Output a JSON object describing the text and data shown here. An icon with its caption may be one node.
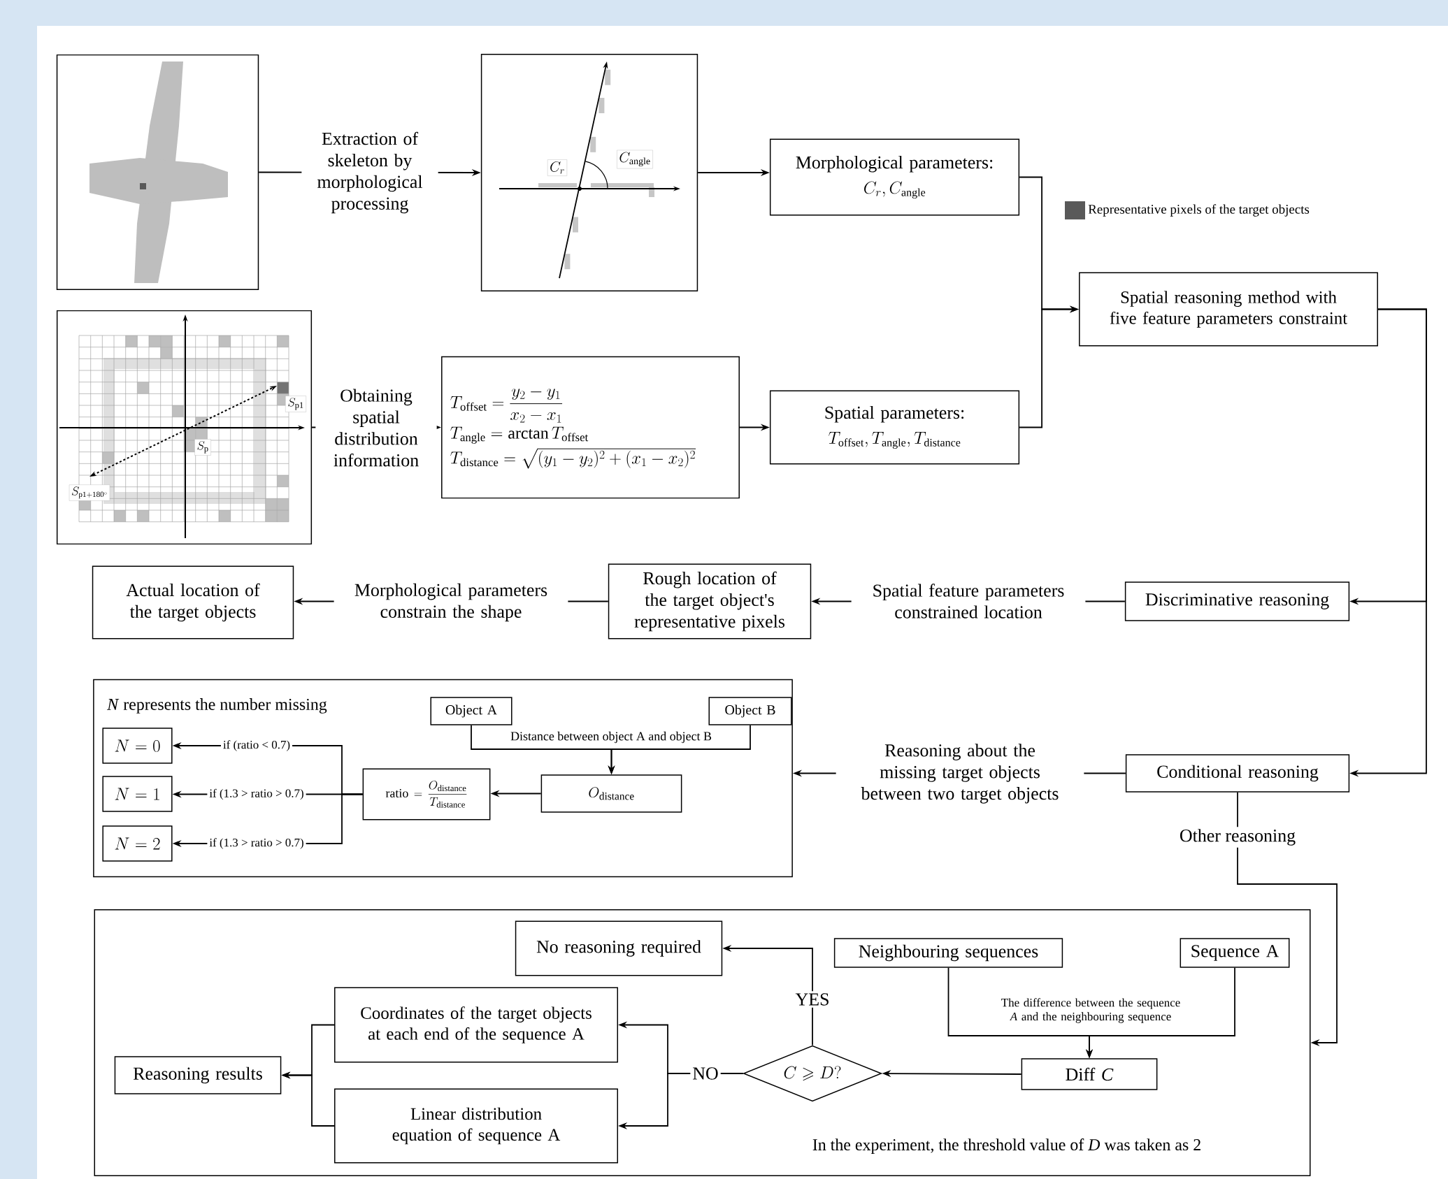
{
  "diagram": {
    "nodes": [
      {
        "text": [],
        "shape": "picture"
      },
      {
        "text": [],
        "shape": "picture"
      },
      {
        "text": [],
        "shape": "picture"
      },
      {
        "text": [
          "Morphological parameters:",
          "C_{r}, C_{\\mathrm{angle}}"
        ]
      },
      {
        "text": [
          "T_{\\mathrm{offset}}=\\dfrac{y_2-y_1}{x_2-x_1}",
          "T_{\\mathrm{angle}}=\\arctan T_{\\mathrm{offset}}",
          "T_{\\mathrm{distance}}=\\sqrt{(y_1-y_2)^2+(x_1-x_2)^2}"
        ]
      },
      {
        "text": [
          "Spatial parameters:",
          "T_{\\mathrm{offset}}, T_{\\mathrm{angle}}, T_{\\mathrm{distance}}"
        ]
      },
      {
        "text": [
          "Spatial reasoning method with five feature parameters constraint"
        ]
      },
      {
        "text": [
          "Discriminative reasoning"
        ]
      },
      {
        "text": [
          "Rough location of the target object's representative pixels"
        ]
      },
      {
        "text": [
          "Actual location of the target objects"
        ]
      },
      {
        "text": [
          "Conditional reasoning"
        ]
      },
      {
        "text": [
          "*N* represents the number missing"
        ]
      },
      {
        "text": [
          "Object A"
        ],
        "in": 11
      },
      {
        "text": [
          "Object B"
        ],
        "in": 11
      },
      {
        "text": [
          "O_{\\mathrm{distance}}"
        ],
        "in": 11
      },
      {
        "text": [
          "\\mathrm{ratio}=\\dfrac{O_{\\mathrm{distance}}}{T_{\\mathrm{distance}}}"
        ],
        "in": 11
      },
      {
        "text": [
          "N=0"
        ],
        "in": 11
      },
      {
        "text": [
          "N=1"
        ],
        "in": 11
      },
      {
        "text": [
          "N=2"
        ],
        "in": 11
      },
      {
        "text": [
          "In the experiment, the threshold value of *D* was taken as 2"
        ]
      },
      {
        "text": [
          "No reasoning required"
        ],
        "in": 19
      },
      {
        "text": [
          "Neighbouring sequences"
        ],
        "in": 19
      },
      {
        "text": [
          "Sequence A"
        ],
        "in": 19
      },
      {
        "text": [
          "Coordinates of the target objects at each end of the sequence A"
        ],
        "in": 19
      },
      {
        "text": [
          "Reasoning results"
        ],
        "in": 19
      },
      {
        "text": [
          "C \\geqslant D?"
        ],
        "in": 19
      },
      {
        "text": [
          "Diff *C*"
        ],
        "in": 19
      },
      {
        "text": [
          "Linear distribution equation of sequence A"
        ],
        "in": 19
      }
    ],
    "edges": [
      {
        "from": 0,
        "to": 1,
        "arrow": "to",
        "label": "Extraction of skeleton by morphological processing"
      },
      {
        "from": 1,
        "to": 3,
        "arrow": "to"
      },
      {
        "from": 2,
        "to": 4,
        "arrow": "to",
        "label": "Obtaining spatial distribution information"
      },
      {
        "from": 4,
        "to": 5,
        "arrow": "to"
      },
      {
        "from": 3,
        "to": 6,
        "arrow": "to"
      },
      {
        "from": 5,
        "to": 6,
        "arrow": "to"
      },
      {
        "from": 6,
        "to": 7,
        "arrow": "to"
      },
      {
        "from": 6,
        "to": 10,
        "arrow": "to"
      },
      {
        "from": 10,
        "to": 19,
        "arrow": "to",
        "label": "Other reasoning"
      },
      {
        "from": 7,
        "to": 8,
        "arrow": "to",
        "label": "Spatial feature parameters constrained location"
      },
      {
        "from": 8,
        "to": 9,
        "arrow": "to",
        "label": "Morphological parameters constrain the shape"
      },
      {
        "from": 10,
        "to": 11,
        "arrow": "to",
        "label": "Reasoning about the missing target objects between two target objects"
      },
      {
        "from": 12,
        "to": 14,
        "arrow": "to",
        "label": "Distance between object A and object B"
      },
      {
        "from": 13,
        "to": 14,
        "arrow": "to"
      },
      {
        "from": 14,
        "to": 15,
        "arrow": "to"
      },
      {
        "from": 15,
        "to": 16,
        "arrow": "to",
        "label": "if (ratio < 0.7)"
      },
      {
        "from": 15,
        "to": 17,
        "arrow": "to",
        "label": "if (1.3 > ratio > 0.7)"
      },
      {
        "from": 15,
        "to": 18,
        "arrow": "to",
        "label": "if (1.3 > ratio > 0.7)"
      },
      {
        "from": 21,
        "to": 26,
        "arrow": "to",
        "label": "The difference between the sequence *A* and the neighbouring sequence"
      },
      {
        "from": 22,
        "to": 26,
        "arrow": "to"
      },
      {
        "from": 26,
        "to": 25,
        "arrow": "to"
      },
      {
        "from": 25,
        "to": 20,
        "arrow": "to",
        "label": "YES"
      },
      {
        "from": 25,
        "to": 23,
        "arrow": "to",
        "label": "NO"
      },
      {
        "from": 25,
        "to": 27,
        "arrow": "to"
      },
      {
        "from": 23,
        "to": 24,
        "arrow": "to"
      },
      {
        "from": 27,
        "to": 24,
        "arrow": "to"
      }
    ],
    "labels": [
      "C_{r}",
      "C_{\\mathrm{angle}}",
      "S_{\\mathrm{p1}}",
      "S_{\\mathrm{p}}",
      "S_{\\mathrm{p1+180^{\\circ}}}"
    ],
    "legend": [
      {
        "text": "Representative pixels of the target objects",
        "color": "#595959"
      }
    ]
  }
}
